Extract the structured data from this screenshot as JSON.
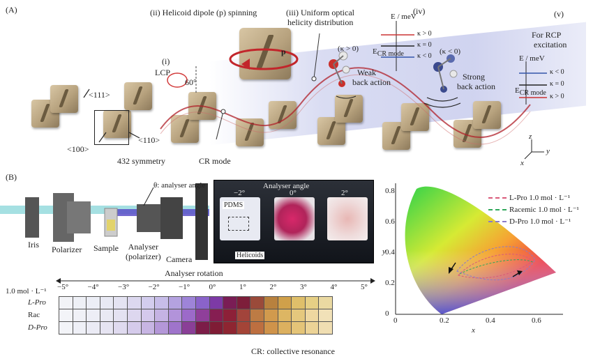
{
  "panel_a": {
    "label": "(A)",
    "step_i": "(i)",
    "step_ii": "(ii) Helicoid dipole (p) spinning",
    "step_iii_line1": "(iii) Uniform optical",
    "step_iii_line2": "helicity distribution",
    "step_iv": "(iv)",
    "step_v": "(v)",
    "lcp": "LCP",
    "angle": "60°",
    "p_symbol": "p",
    "dir_111": "<111>",
    "dir_100": "<100>",
    "dir_110": "<110>",
    "symmetry": "432 symmetry",
    "cr_mode": "CR mode",
    "kappa_pos": "(κ > 0)",
    "kappa_neg": "(κ < 0)",
    "weak_1": "Weak",
    "weak_2": "back action",
    "strong_1": "Strong",
    "strong_2": "back action",
    "energy_axis": "E / meV",
    "energy_levels_iv": [
      "κ > 0",
      "κ = 0",
      "κ < 0"
    ],
    "energy_levels_v": [
      "κ < 0",
      "κ = 0",
      "κ > 0"
    ],
    "ecr": "E",
    "ecr_sub": "CR mode",
    "rcp_1": "For RCP",
    "rcp_2": "excitation",
    "axis_z": "z",
    "axis_y": "y",
    "axis_x": "x"
  },
  "panel_b": {
    "label": "(B)",
    "setup": [
      "Iris",
      "Polarizer",
      "Sample",
      "Analyser\n(polarizer)",
      "Camera"
    ],
    "analyser_angle": "θ: analyser angle",
    "photo_title": "Analyser angle",
    "photo_angles": [
      "−2°",
      "0°",
      "2°"
    ],
    "pdms": "PDMS",
    "helicoids": "Helicoids",
    "rotation_title": "Analyser rotation",
    "concentration": "1.0 mol · L⁻¹",
    "rotation_ticks": [
      "−5°",
      "−4°",
      "−3°",
      "−2°",
      "−1°",
      "0°",
      "1°",
      "2°",
      "3°",
      "4°",
      "5°"
    ],
    "rows": [
      "L-Pro",
      "Rac",
      "D-Pro"
    ],
    "grid_colors": [
      [
        "#f2f3f7",
        "#eef0f6",
        "#eceef6",
        "#e8e9f4",
        "#e4e3f2",
        "#dcd8ef",
        "#d3cdee",
        "#c7bde9",
        "#b4a2e0",
        "#9e84d8",
        "#8a63ca",
        "#7d3aa6",
        "#7a1d55",
        "#7d1e3a",
        "#9a4a3a",
        "#b8813e",
        "#d0a04a",
        "#dfbf6a",
        "#e6cf85",
        "#ead9a2"
      ],
      [
        "#f3f4f8",
        "#f0f1f7",
        "#edeef6",
        "#e9e9f4",
        "#e4e2f2",
        "#ddd7ef",
        "#d4c9ec",
        "#c5b3e3",
        "#b293da",
        "#9c6ac9",
        "#8f3f9a",
        "#861e52",
        "#8d2038",
        "#a2443b",
        "#bd7b44",
        "#d19a4d",
        "#ddb663",
        "#e5c87d",
        "#eed7a0",
        "#f1e1b8"
      ],
      [
        "#f3f4f8",
        "#eff0f7",
        "#ebebf5",
        "#e6e4f2",
        "#dfdaef",
        "#d5cbeb",
        "#c7b5e3",
        "#b497d8",
        "#9f74cb",
        "#8a3f97",
        "#7c1d48",
        "#7f1c35",
        "#8e2531",
        "#a44437",
        "#bd6f40",
        "#cf934a",
        "#dcb05f",
        "#e4c478",
        "#ecd396",
        "#f0deb2"
      ]
    ],
    "cie_x_label": "x",
    "cie_y_label": "y",
    "cie_x_ticks": [
      "0",
      "0.2",
      "0.4",
      "0.6"
    ],
    "cie_y_ticks": [
      "0",
      "0.2",
      "0.4",
      "0.6",
      "0.8"
    ],
    "legend": [
      {
        "label": "L-Pro 1.0 mol · L⁻¹",
        "color": "#d95a7a"
      },
      {
        "label": "Racemic 1.0 mol · L⁻¹",
        "color": "#2fa85a"
      },
      {
        "label": "D-Pro 1.0 mol · L⁻¹",
        "color": "#8a7bc8"
      }
    ]
  },
  "caption": "CR: collective resonance"
}
